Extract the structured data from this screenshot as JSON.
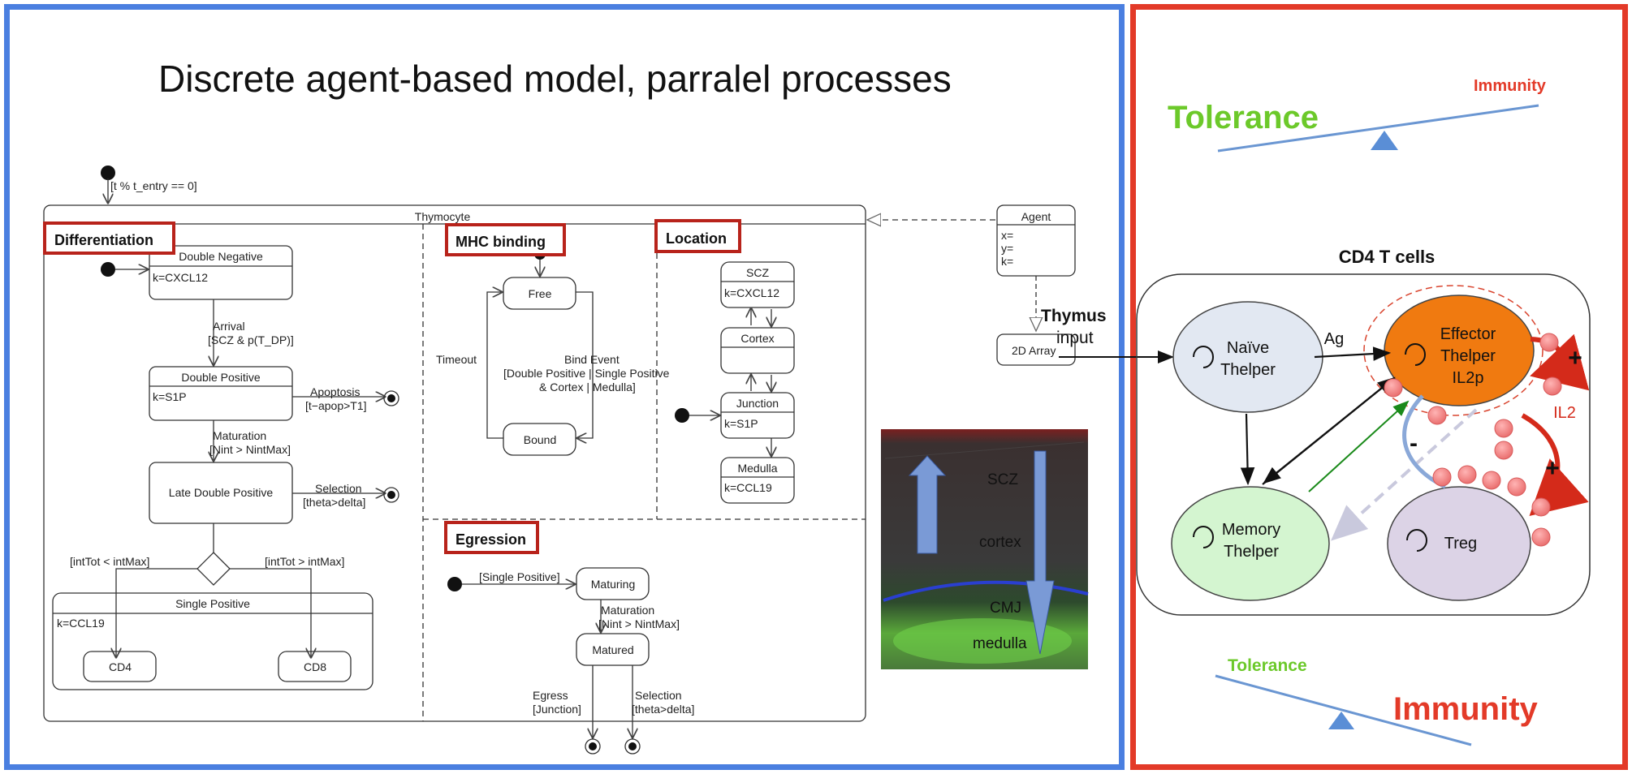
{
  "title": "Discrete agent-based model, parralel  processes",
  "state_diagram": {
    "entry_guard": "[t % t_entry == 0]",
    "thymocyte_label": "Thymocyte",
    "differentiation": {
      "header": "Differentiation",
      "double_negative": "Double Negative",
      "double_negative_k": "k=CXCL12",
      "arrival": "Arrival",
      "arrival_guard": "[SCZ & p(T_DP)]",
      "double_positive": "Double Positive",
      "double_positive_k": "k=S1P",
      "apoptosis": "Apoptosis",
      "apoptosis_guard": "[t−apop>T1]",
      "maturation": "Maturation",
      "maturation_guard": "[Nint > NintMax]",
      "late_double_positive": "Late Double Positive",
      "selection": "Selection",
      "selection_guard": "[theta>delta]",
      "int_lt": "[intTot < intMax]",
      "int_gt": "[intTot > intMax]",
      "single_positive": "Single Positive",
      "single_positive_k": "k=CCL19",
      "cd4": "CD4",
      "cd8": "CD8"
    },
    "mhc": {
      "header": "MHC binding",
      "free": "Free",
      "bound": "Bound",
      "timeout": "Timeout",
      "bind_event_1": "Bind Event",
      "bind_event_2": "[Double Positive | Single Positive",
      "bind_event_3": "& Cortex | Medulla]"
    },
    "location": {
      "header": "Location",
      "scz": "SCZ",
      "scz_k": "k=CXCL12",
      "cortex": "Cortex",
      "junction": "Junction",
      "junction_k": "k=S1P",
      "medulla": "Medulla",
      "medulla_k": "k=CCL19"
    },
    "egression": {
      "header": "Egression",
      "single_positive_guard": "[Single Positive]",
      "maturing": "Maturing",
      "maturation": "Maturation",
      "maturation_guard": "[Nint > NintMax]",
      "matured": "Matured",
      "egress": "Egress",
      "egress_guard": "[Junction]",
      "selection": "Selection",
      "selection_guard": "[theta>delta]"
    },
    "agent": {
      "title": "Agent",
      "x": "x=",
      "y": "y=",
      "k": "k="
    },
    "array": "2D Array"
  },
  "thymus_image": {
    "labels": [
      "SCZ",
      "cortex",
      "CMJ",
      "medulla"
    ]
  },
  "thymus_input": {
    "line1": "Thymus",
    "line2": "input"
  },
  "right": {
    "tolerance_top": "Tolerance",
    "immunity_top": "Immunity",
    "cd4_title": "CD4 T cells",
    "naive": [
      "Naïve",
      "Thelper"
    ],
    "effector": [
      "Effector",
      "Thelper",
      "IL2p"
    ],
    "memory": [
      "Memory",
      "Thelper"
    ],
    "treg": "Treg",
    "ag": "Ag",
    "il2": "IL2",
    "plus": "+",
    "minus": "-",
    "tolerance_bottom": "Tolerance",
    "immunity_bottom": "Immunity",
    "colors": {
      "tolerance": "#6cc92a",
      "immunity": "#e33a28",
      "effector": "#f07a10",
      "naive": "#e2e8f2",
      "memory": "#d4f5d0",
      "treg": "#dcd3e6",
      "beam": "#6a96d2",
      "il2_dot": "#f08a8a"
    }
  }
}
